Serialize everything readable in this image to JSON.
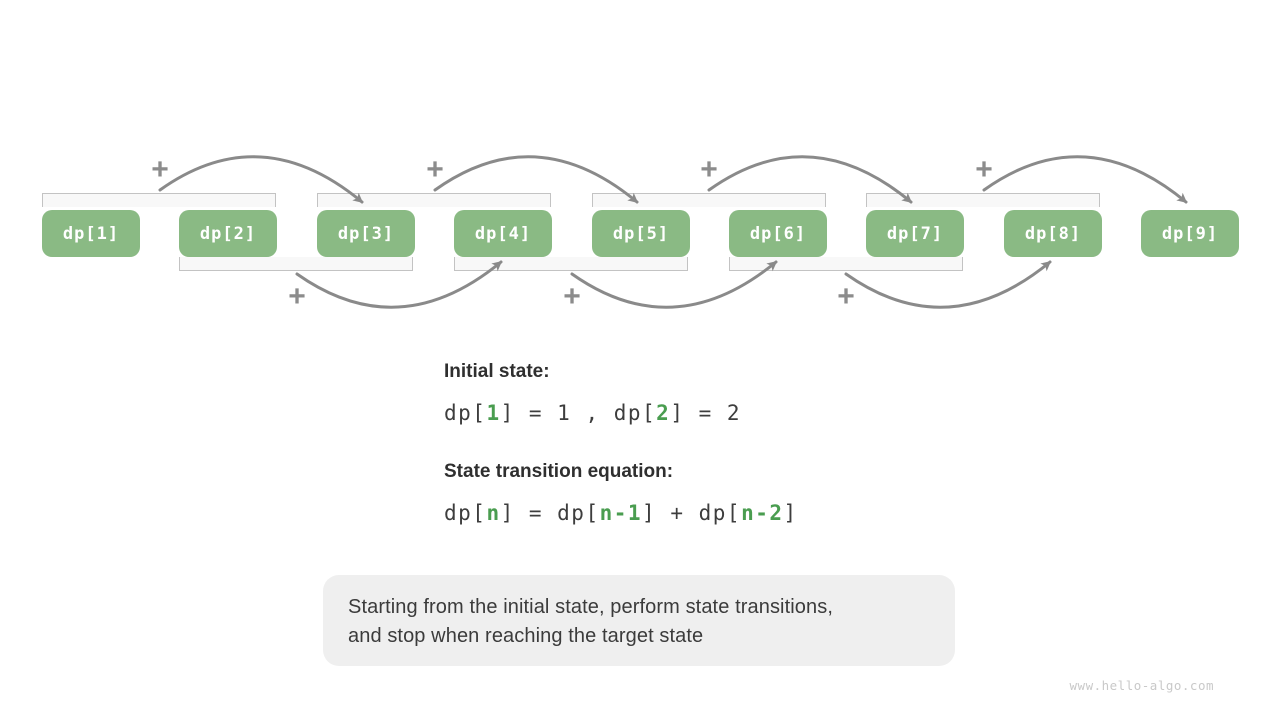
{
  "diagram": {
    "boxes": [
      {
        "label": "dp[1]"
      },
      {
        "label": "dp[2]"
      },
      {
        "label": "dp[3]"
      },
      {
        "label": "dp[4]"
      },
      {
        "label": "dp[5]"
      },
      {
        "label": "dp[6]"
      },
      {
        "label": "dp[7]"
      },
      {
        "label": "dp[8]"
      },
      {
        "label": "dp[9]"
      }
    ],
    "plus": "+",
    "colors": {
      "box_green": "#8aba84",
      "arrow_gray": "#8a8a8a",
      "bracket_border": "#c3c3c3",
      "accent_green_text": "#4a9d50"
    }
  },
  "initial_state": {
    "heading": "Initial state:",
    "eq": {
      "p0": "dp[",
      "g1": "1",
      "p1": "] = 1 , dp[",
      "g2": "2",
      "p2": "] = 2"
    }
  },
  "transition": {
    "heading": "State transition equation:",
    "eq": {
      "p0": "dp[",
      "g1": "n",
      "p1": "] = dp[",
      "g2": "n-1",
      "p2": "] + dp[",
      "g3": "n-2",
      "p3": "]"
    }
  },
  "note": {
    "line1": "Starting from the initial state, perform state transitions,",
    "line2": "and stop when reaching the target state"
  },
  "watermark": "www.hello-algo.com"
}
